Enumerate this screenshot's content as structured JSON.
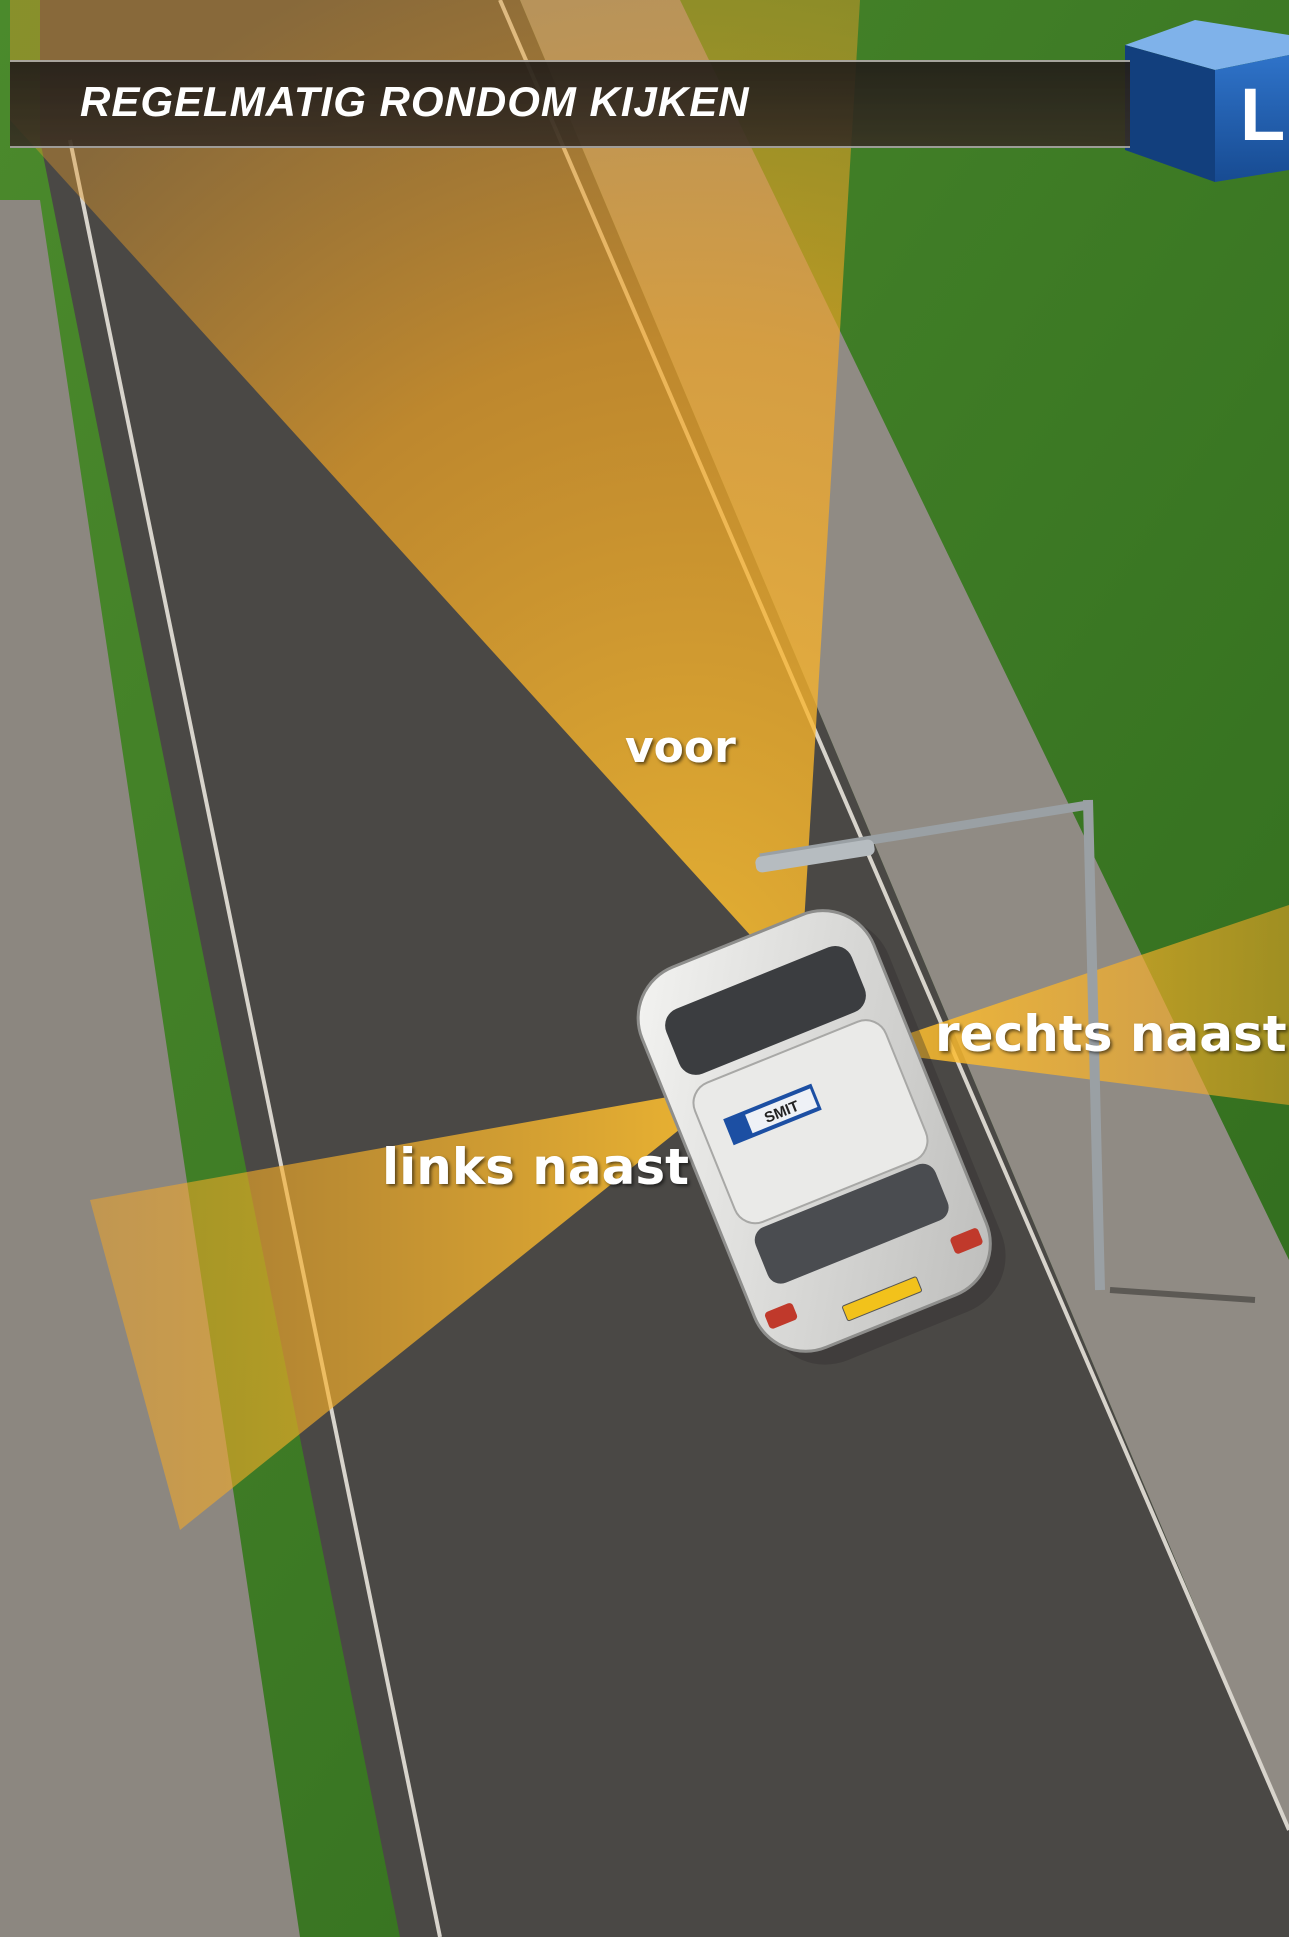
{
  "banner": {
    "title": "REGELMATIG RONDOM KIJKEN"
  },
  "badge": {
    "letter": "L"
  },
  "car": {
    "roof_sign": "SMIT"
  },
  "labels": {
    "front": "voor",
    "right": "rechts naast",
    "left": "links naast"
  },
  "colors": {
    "grass": "#3f7d26",
    "sidewalk": "#8f8a84",
    "road": "#4a4845",
    "view_cone": "#f5a623",
    "banner": "#2d2620",
    "badge_blue": "#1e5bb0"
  }
}
